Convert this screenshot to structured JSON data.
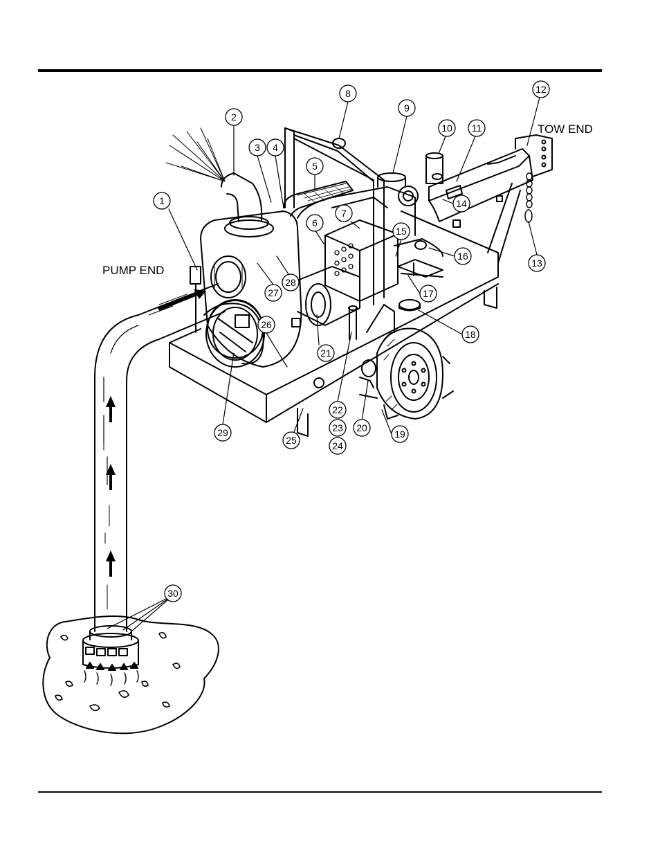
{
  "labels": {
    "pump_end": "PUMP END",
    "tow_end": "TOW END"
  },
  "callouts": [
    "1",
    "2",
    "3",
    "4",
    "5",
    "6",
    "7",
    "8",
    "9",
    "10",
    "11",
    "12",
    "13",
    "14",
    "15",
    "16",
    "17",
    "18",
    "19",
    "20",
    "21",
    "22",
    "23",
    "24",
    "25",
    "26",
    "27",
    "28",
    "29",
    "30"
  ]
}
